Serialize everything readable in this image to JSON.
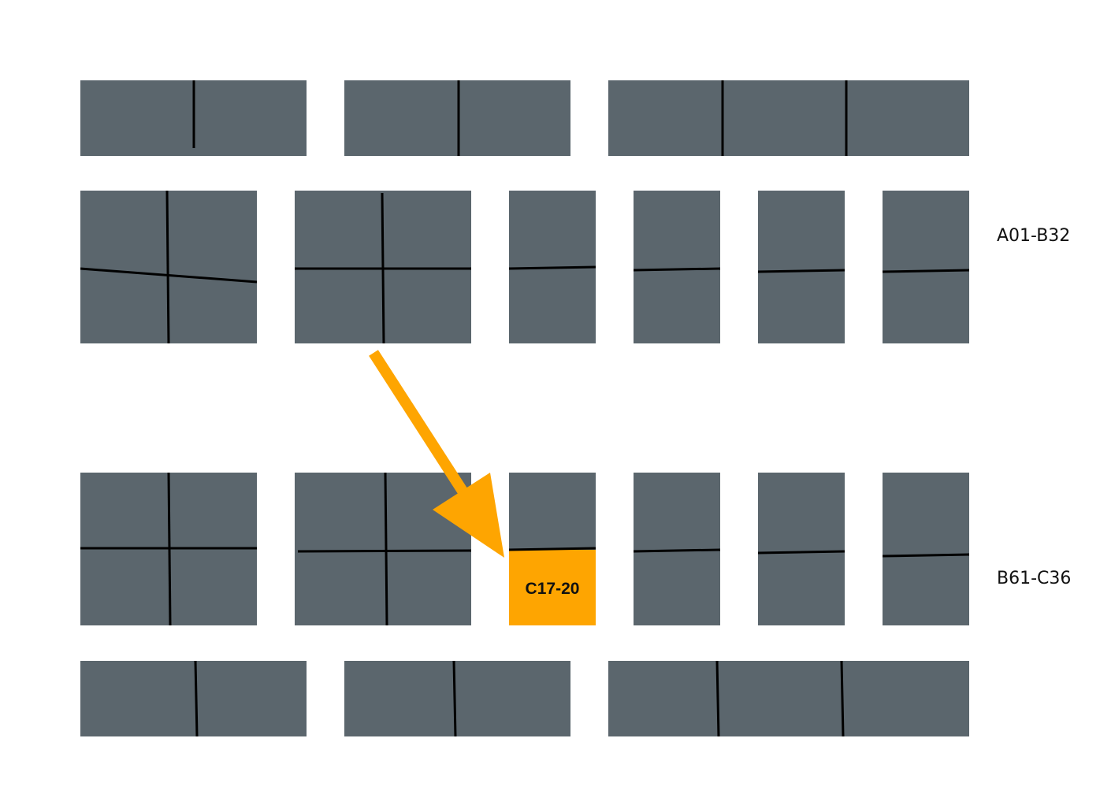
{
  "row_labels": {
    "upper": "A01-B32",
    "lower": "B61-C36"
  },
  "highlighted_cell": {
    "label": "C17-20"
  },
  "colors": {
    "block": "#5b666d",
    "divider": "#000000",
    "highlight": "#fea501",
    "arrow": "#fea501",
    "background": "#ffffff"
  }
}
